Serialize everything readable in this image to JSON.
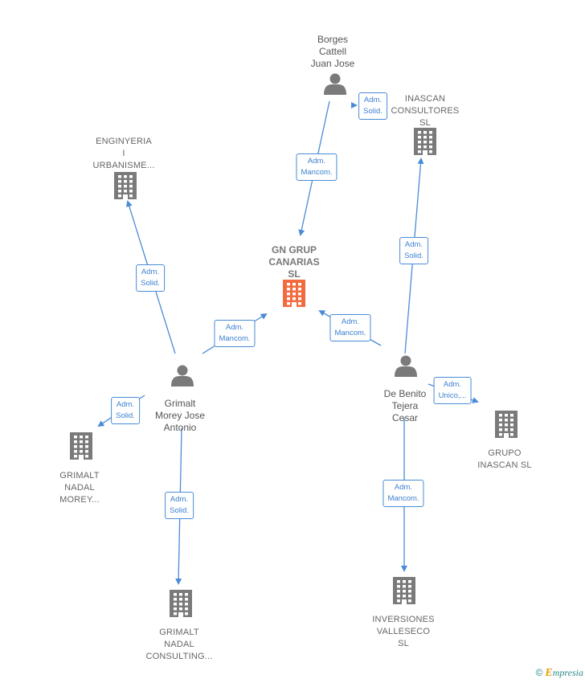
{
  "nodes": {
    "borges": {
      "label": "Borges\nCattell\nJuan Jose",
      "kind": "person"
    },
    "inascan_consultores": {
      "label": "INASCAN\nCONSULTORES\nSL",
      "kind": "company"
    },
    "enginyeria": {
      "label": "ENGINYERIA\nI\nURBANISME...",
      "kind": "company"
    },
    "gn_grup": {
      "label": "GN GRUP\nCANARIAS\nSL",
      "kind": "focus"
    },
    "grimalt_person": {
      "label": "Grimalt\nMorey Jose\nAntonio",
      "kind": "person"
    },
    "debenito": {
      "label": "De Benito\nTejera\nCesar",
      "kind": "person"
    },
    "grimalt_nadal_morey": {
      "label": "GRIMALT\nNADAL\nMOREY...",
      "kind": "company"
    },
    "grupo_inascan": {
      "label": "GRUPO\nINASCAN SL",
      "kind": "company"
    },
    "grimalt_consulting": {
      "label": "GRIMALT\nNADAL\nCONSULTING...",
      "kind": "company"
    },
    "inversiones": {
      "label": "INVERSIONES\nVALLESECO\nSL",
      "kind": "company"
    }
  },
  "edges": [
    {
      "from": "borges",
      "to": "gn_grup",
      "label": "Adm.\nMancom."
    },
    {
      "from": "borges",
      "to": "inascan_consultores",
      "label": "Adm.\nSolid."
    },
    {
      "from": "debenito",
      "to": "inascan_consultores",
      "label": "Adm.\nSolid."
    },
    {
      "from": "debenito",
      "to": "gn_grup",
      "label": "Adm.\nMancom."
    },
    {
      "from": "debenito",
      "to": "grupo_inascan",
      "label": "Adm.\nUnico,..."
    },
    {
      "from": "debenito",
      "to": "inversiones",
      "label": "Adm.\nMancom."
    },
    {
      "from": "grimalt_person",
      "to": "enginyeria",
      "label": "Adm.\nSolid."
    },
    {
      "from": "grimalt_person",
      "to": "gn_grup",
      "label": "Adm.\nMancom."
    },
    {
      "from": "grimalt_person",
      "to": "grimalt_nadal_morey",
      "label": "Adm.\nSolid."
    },
    {
      "from": "grimalt_person",
      "to": "grimalt_consulting",
      "label": "Adm.\nSolid."
    }
  ],
  "colors": {
    "edge": "#4a8bd6",
    "icon": "#7a7a7a",
    "focus_icon": "#f26a3d"
  },
  "brand": {
    "copyright": "©",
    "initial": "E",
    "name": "mpresia"
  }
}
